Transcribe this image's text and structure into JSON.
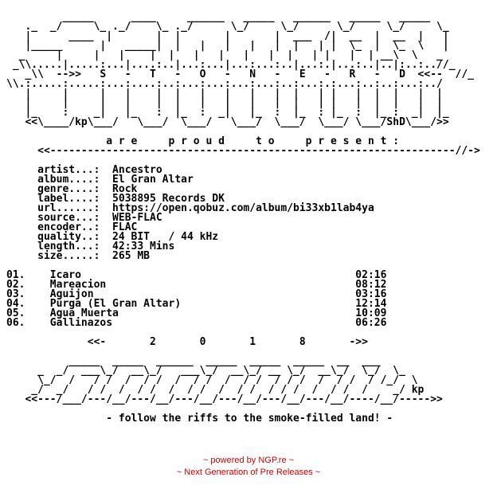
{
  "nfo_lines": [
    "         _____      ____     ______   _____   ______   _____   _____",
    "   ._  _/     \\_ ._/    \\_ ._/      \\_/     \\_/      \\_/     \\_/     \\_",
    "   |      ____  |       |  |       |       |  ___  /|  __  |  __  |   |",
    "   |_____      |   _____|  |   |   |   |   |  |   | |  \\_  |  \\_  \\   |",
    "  _     |     |   |    |  |   |   |   |   |  |   | |   |  | __\\  \\   _",
    " _\\\\.....|.....:...|....:..|...:...|...:...:..|...:.|...:..|..|:..:..//_",
    "   _\\\\  -->>   S   -   T   -   O   -   N   -   E   -   R   -   D  <<--  //_",
    "\\\\.:.....:.....:...:....:..:...:...:...:...:..:...:.:...:..:..:...:../",
    "   |     |     |   |    |  |   |   |   |   |  |   | |   |  |  |   |  |",
    "   |     |     |   |    |  |   |   |   |   |  |   | |   |  |  |   |  |",
    "   |_    :    _|   |_   :  |_  :  _|   |_  :  |_  : |_  :  |_ :  _|  |_",
    "   <<\\____/kp\\___/   \\___/  \\___/   \\___/  \\___/  \\___/ \\___/ShD\\___/>>",
    "",
    "                a r e     p r o u d     t o     p r e s e n t :",
    "     <<-----------------------------------------------------------------//->",
    "",
    "     artist...:  Ancestro",
    "     album....:  El Gran Altar",
    "     genre....:  Rock",
    "     label....:  5038895 Records DK",
    "     url......:  https://open.qobuz.com/album/bi33xb1lab4ya",
    "     source...:  WEB-FLAC",
    "     encoder..:  FLAC",
    "     quality..:  24 BIT   / 44 kHz",
    "     length...:  42:33 Mins",
    "     size.....:  265 MB",
    "",
    "01.    Icaro                                            02:16",
    "02.    Mareacion                                        08:12",
    "03.    Aguijon                                          03:16",
    "04.    Purga (El Gran Altar)                            12:14",
    "05.    Agua Muerta                                      10:09",
    "06.    Gallinazos                                       06:26",
    "",
    "             <<-       2       0       1       8       ->>",
    "",
    "          _____  _____  ______  _____  _____  _____  __  ___",
    "     _  _/  ___\\_/  __\\_/   ___\\_/  __\\_/ __ \\_/  __\\_/  \\_/  \\_",
    "     \\_/  /   / /  /  / /  /  / /  /  / /  / / /  /  / /  / /_/  \\",
    "    _/  _/   / /  /  / /  /  / /  /  / /  / / /  /  / /  /    _/ kp",
    "   <<---/___/---/__/---/__/---/__/---/__/---/__/---/__/----/__/----->>",
    "",
    "                - follow the riffs to the smoke-filled land! -"
  ],
  "footer": {
    "line1": "~ powered by NGP.re ~",
    "line2": "~ Next Generation of Pre Releases ~"
  }
}
